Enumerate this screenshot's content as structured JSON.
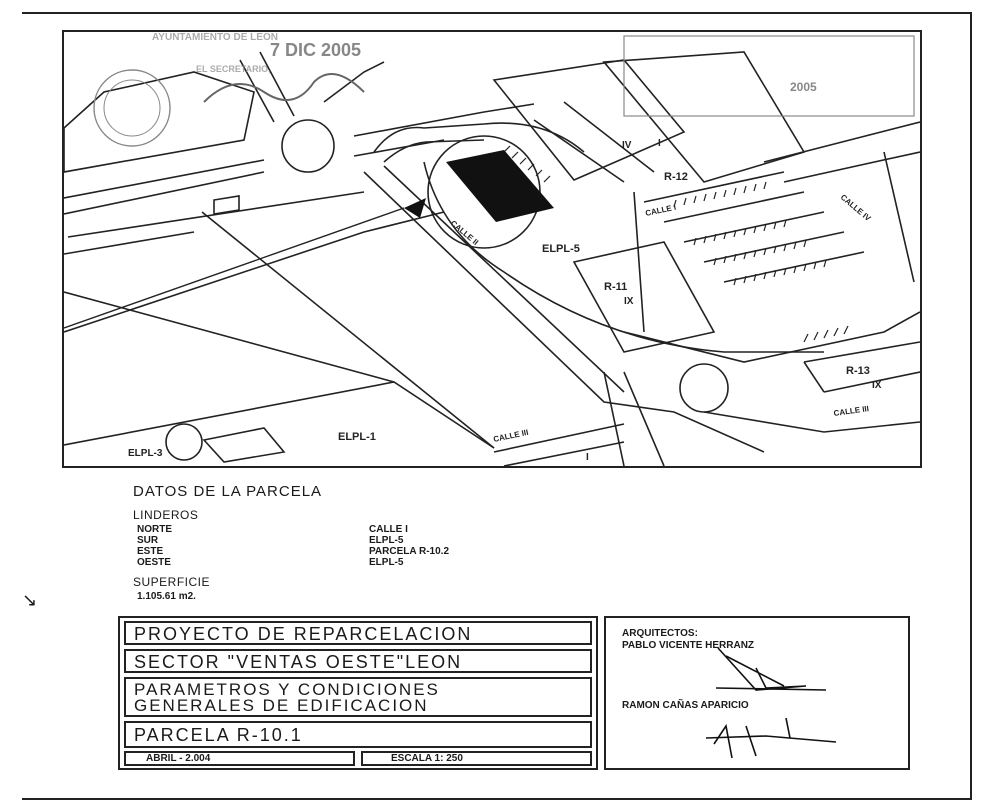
{
  "map": {
    "stamp_top": "AYUNTAMIENTO DE LEON",
    "stamp_date": "7 DIC 2005",
    "stamp_secretario": "EL SECRETARIO,",
    "stamp_right_year": "2005",
    "labels": {
      "r12": "R-12",
      "roman_iv": "IV",
      "roman_i_top": "I",
      "elpl5": "ELPL-5",
      "r11": "R-11",
      "roman_ix": "IX",
      "r13": "R-13",
      "roman_ix_r13": "IX",
      "calle_i": "CALLE I",
      "calle_ii": "CALLE II",
      "calle_iii": "CALLE III",
      "calle_iv": "CALLE IV",
      "calle_iii_bottom": "CALLE III",
      "elpl1": "ELPL-1",
      "elpl3": "ELPL-3",
      "roman_i_bottom": "I"
    }
  },
  "datos": {
    "title": "DATOS DE LA PARCELA",
    "linderos_label": "LINDEROS",
    "rows": [
      {
        "label": "NORTE",
        "value": "CALLE I"
      },
      {
        "label": "SUR",
        "value": "ELPL-5"
      },
      {
        "label": "ESTE",
        "value": "PARCELA R-10.2"
      },
      {
        "label": "OESTE",
        "value": "ELPL-5"
      }
    ],
    "superficie_label": "SUPERFICIE",
    "superficie_value": "1.105.61 m2."
  },
  "cartouche": {
    "line1": "PROYECTO DE REPARCELACION",
    "line2": "SECTOR \"VENTAS OESTE\"LEON",
    "line3a": "PARAMETROS Y CONDICIONES",
    "line3b": "GENERALES DE EDIFICACION",
    "line4": "PARCELA R-10.1",
    "date": "ABRIL - 2.004",
    "scale": "ESCALA 1: 250",
    "architects_label": "ARQUITECTOS:",
    "architect1": "PABLO VICENTE HERRANZ",
    "architect2": "RAMON CAÑAS APARICIO"
  }
}
